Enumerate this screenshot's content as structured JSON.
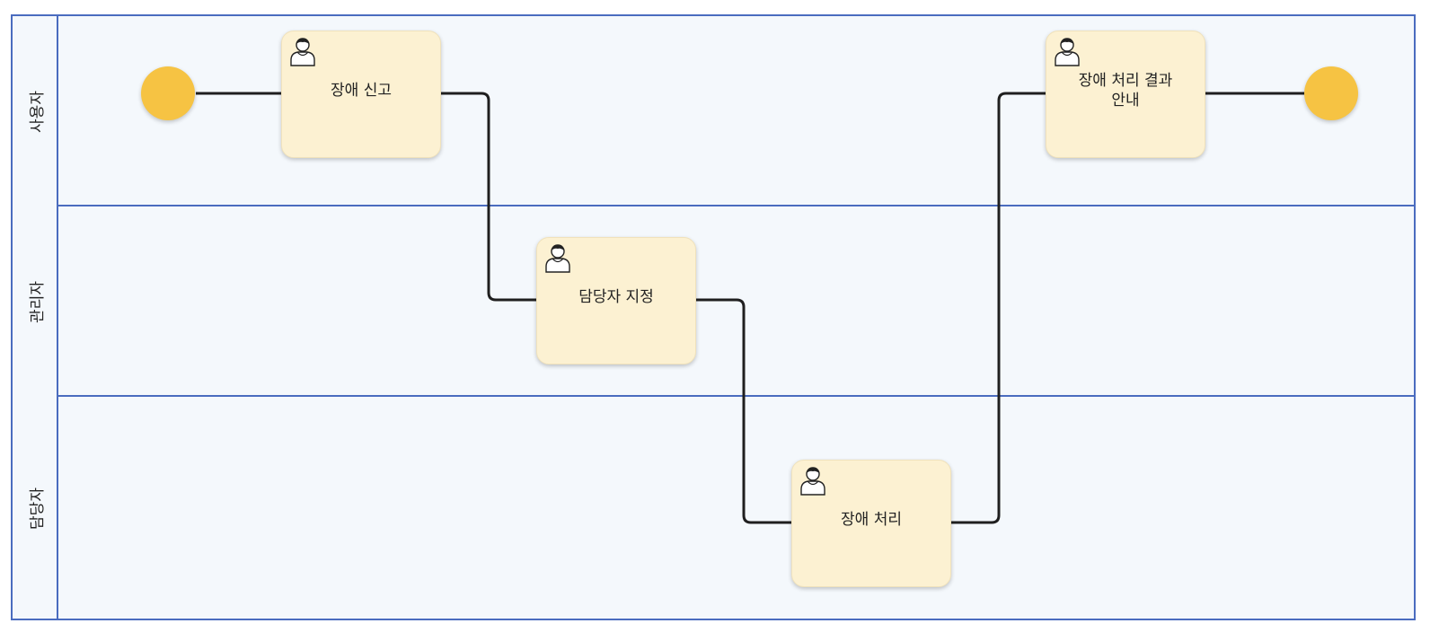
{
  "lanes": [
    {
      "label": "사용자"
    },
    {
      "label": "관리자"
    },
    {
      "label": "담당자"
    }
  ],
  "tasks": [
    {
      "label": "장애 신고",
      "icon": "user-icon"
    },
    {
      "label": "담당자 지정",
      "icon": "user-icon"
    },
    {
      "label": "장애 처리",
      "icon": "user-icon"
    },
    {
      "label": "장애 처리 결과\n안내",
      "icon": "user-icon"
    }
  ],
  "events": [
    {
      "type": "start",
      "color": "#f6c343"
    },
    {
      "type": "end",
      "color": "#f6c343"
    }
  ],
  "colors": {
    "lane_border": "#4a6cbf",
    "lane_fill": "#f4f8fc",
    "task_fill": "#fcf1d2",
    "flow_line": "#1f1f1f"
  }
}
